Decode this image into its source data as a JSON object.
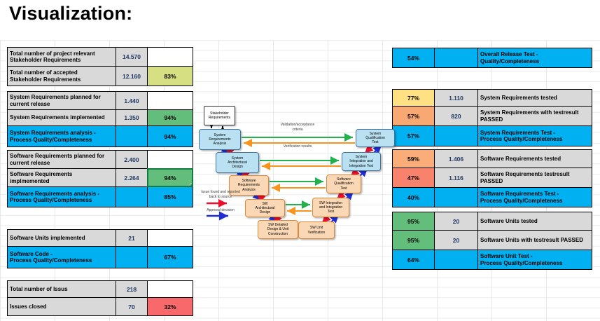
{
  "title": "Visualization:",
  "colors": {
    "grey": "#D9D9D9",
    "blue": "#00B0F0",
    "green": "#63BE7B",
    "yellowgreen": "#D6DF82",
    "yellow": "#FFE083",
    "orange": "#F8A873",
    "orange2": "#FAAD78",
    "salmon": "#F8826C",
    "red": "#F8696B",
    "selection_green": "#107C41",
    "value_text": "#1F3864",
    "box_blue": "#B9E1F2",
    "box_tan": "#FAD8B5",
    "arrow_green": "#22B14C",
    "arrow_orange": "#F7941D",
    "arrow_red": "#E8112D",
    "arrow_blue": "#1F2FD4"
  },
  "left_b1": [
    {
      "label": "Total number of project relevant\nStakeholder Requirements",
      "value": "14.570",
      "pct": "",
      "row_color": "grey",
      "pct_color": ""
    },
    {
      "label": "Total number of accepted\nStakeholder Requirements",
      "value": "12.160",
      "pct": "83%",
      "row_color": "grey",
      "pct_color": "yellowgreen"
    }
  ],
  "left_b2": [
    {
      "label": "System Requirements planned for\ncurrent release",
      "value": "1.440",
      "pct": "",
      "row_color": "grey",
      "pct_color": ""
    },
    {
      "label": "System Requirements implemented",
      "value": "1.350",
      "pct": "94%",
      "row_color": "grey",
      "pct_color": "green"
    },
    {
      "label": "System Requirements analysis -\nProcess Quality/Completeness",
      "value": "",
      "pct": "94%",
      "row_color": "blue",
      "pct_color": "blue"
    }
  ],
  "left_b3": [
    {
      "label": "Software Requirements planned for\ncurrent release",
      "value": "2.400",
      "pct": "",
      "row_color": "grey",
      "pct_color": ""
    },
    {
      "label": "Software Requirements\nimplmemented",
      "value": "2.264",
      "pct": "94%",
      "row_color": "grey",
      "pct_color": "green"
    },
    {
      "label": "Software Requirements analysis -\nProcess Quality/Completeness",
      "value": "",
      "pct": "85%",
      "row_color": "blue",
      "pct_color": "blue"
    }
  ],
  "left_b4": [
    {
      "label": "Software Units implemented",
      "value": "21",
      "pct": "",
      "row_color": "grey",
      "pct_color": ""
    },
    {
      "label": "Software Code -\nProcess Quality/Completeness",
      "value": "",
      "pct": "67%",
      "row_color": "blue",
      "pct_color": "blue"
    }
  ],
  "left_b5": [
    {
      "label": "Total number of Issus",
      "value": "218",
      "pct": "",
      "row_color": "grey",
      "pct_color": ""
    },
    {
      "label": "Issues closed",
      "value": "70",
      "pct": "32%",
      "row_color": "grey",
      "pct_color": "red"
    }
  ],
  "right_b1": [
    {
      "pct": "54%",
      "value": "",
      "label": "Overall Release Test -\nQuality/Completeness",
      "row_color": "blue",
      "pct_color": "blue"
    }
  ],
  "right_b2": [
    {
      "pct": "77%",
      "value": "1.110",
      "label": "System Requirements tested",
      "row_color": "grey",
      "pct_color": "yellow"
    },
    {
      "pct": "57%",
      "value": "820",
      "label": "System Requirements with testresult\nPASSED",
      "row_color": "grey",
      "pct_color": "orange"
    },
    {
      "pct": "57%",
      "value": "",
      "label": "System Requirements Test -\nProcess Quality/Completeness",
      "row_color": "blue",
      "pct_color": "blue"
    }
  ],
  "right_b3": [
    {
      "pct": "59%",
      "value": "1.406",
      "label": "Software Requirements tested",
      "row_color": "grey",
      "pct_color": "orange2"
    },
    {
      "pct": "47%",
      "value": "1.116",
      "label": "Software Requirements testresult\nPASSED",
      "row_color": "grey",
      "pct_color": "salmon"
    },
    {
      "pct": "40%",
      "value": "",
      "label": "Software Requirements Test -\nProcess Quality/Completeness",
      "row_color": "blue",
      "pct_color": "blue"
    }
  ],
  "right_b4": [
    {
      "pct": "95%",
      "value": "20",
      "label": "Software Units tested",
      "row_color": "grey",
      "pct_color": "green"
    },
    {
      "pct": "95%",
      "value": "20",
      "label": "Software Units with testresult PASSED",
      "row_color": "grey",
      "pct_color": "green"
    },
    {
      "pct": "64%",
      "value": "",
      "label": "Software Unit Test -\nProcess Quality/Completeness",
      "row_color": "blue",
      "pct_color": "blue"
    }
  ],
  "diagram": {
    "boxes": {
      "stakeholder": "Stakeholder\nRequirements",
      "sys_req": "System\nRequirements\nAnalysis",
      "sys_arch": "System\nArchitectural\nDesign",
      "sw_req": "Software\nRequirements\nAnalysis",
      "sw_arch": "SW\nArchitectural\nDesign",
      "sw_detail": "SW Detailed\nDesign & Unit\nConstruction",
      "sw_unit": "SW Unit\nVerification",
      "sw_int": "SW Integration\nand Integration\nTest",
      "sw_qual": "Software\nQualification\nTest",
      "sys_int": "System\nIntegration and\nIntegration Test",
      "sys_qual": "System\nQualification\nTest"
    },
    "arrow_labels": {
      "validation": "Validation/acceptance\ncriteria",
      "verification": "Verification results"
    },
    "legend": {
      "issue": "Issue found and reported\nback to source",
      "approval": "Approval decision"
    }
  }
}
